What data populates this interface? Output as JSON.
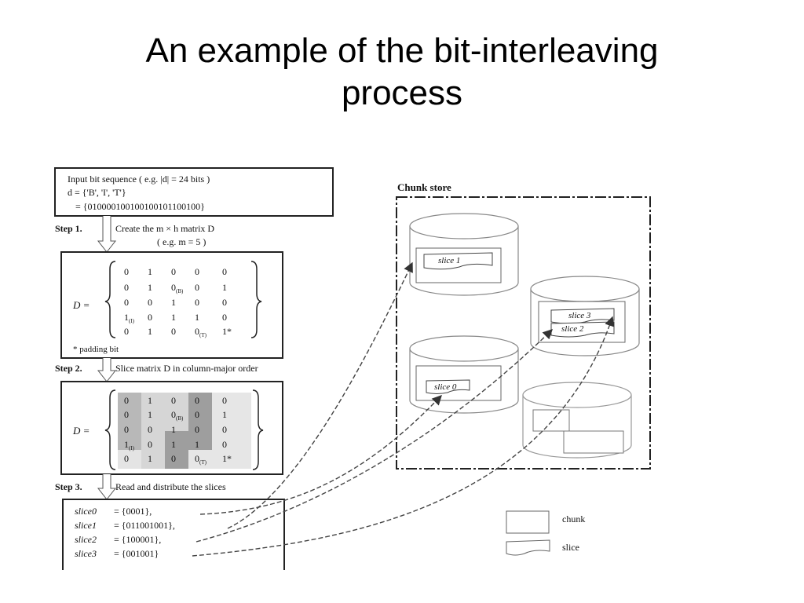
{
  "slide": {
    "title_line1": "An example of the bit-interleaving",
    "title_line2": "process"
  },
  "input_box": {
    "line1": "Input bit sequence ( e.g. |d| = 24 bits )",
    "line2": "d =  {'B', 'I', 'T'}",
    "line3": "= {010000100100100101100100}"
  },
  "step1": {
    "label": "Step 1.",
    "text_line1": "Create the m × h matrix D",
    "text_line2": "( e.g. m = 5 )"
  },
  "matrix_label": "D =",
  "matrix_rows": [
    [
      "0",
      "1",
      "0",
      "0",
      "0"
    ],
    [
      "0",
      "1",
      "0(B)",
      "0",
      "1"
    ],
    [
      "0",
      "0",
      "1",
      "0",
      "0"
    ],
    [
      "1(I)",
      "0",
      "1",
      "1",
      "0"
    ],
    [
      "0",
      "1",
      "0",
      "0(T)",
      "1*"
    ]
  ],
  "padding_note": "* padding bit",
  "step2": {
    "label": "Step 2.",
    "text": "Slice matrix D in column-major order"
  },
  "step3": {
    "label": "Step 3.",
    "text": "Read and distribute the slices"
  },
  "slices": [
    {
      "name": "slice0",
      "value": "= {0001},"
    },
    {
      "name": "slice1",
      "value": "= {011001001},"
    },
    {
      "name": "slice2",
      "value": "= {100001},"
    },
    {
      "name": "slice3",
      "value": "= {001001}"
    }
  ],
  "chunk_store": {
    "label": "Chunk store",
    "slice_labels": [
      "slice 1",
      "slice 3",
      "slice 2",
      "slice 0"
    ]
  },
  "legend": {
    "chunk": "chunk",
    "slice": "slice"
  }
}
